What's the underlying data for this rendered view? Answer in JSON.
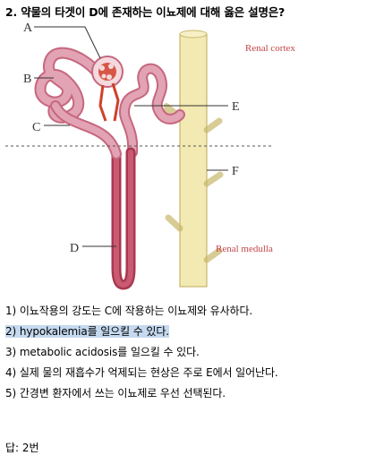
{
  "question": {
    "title": "2. 약물의 타겟이 D에 존재하는 이뇨제에 대해 옳은 설명은?"
  },
  "figure": {
    "labels": {
      "a": "A",
      "b": "B",
      "c": "C",
      "d": "D",
      "e": "E",
      "f": "F"
    },
    "region_cortex": "Renal cortex",
    "region_medulla": "Renal medulla"
  },
  "options": [
    {
      "text": "1) 이뇨작용의 강도는 C에 작용하는 이뇨제와 유사하다.",
      "highlighted": false
    },
    {
      "text": "2) hypokalemia를 일으킬 수 있다.",
      "highlighted": true
    },
    {
      "text": "3) metabolic acidosis를 일으킬 수 있다.",
      "highlighted": false
    },
    {
      "text": "4) 실제 물의 재흡수가 억제되는 현상은 주로 E에서 일어난다.",
      "highlighted": false
    },
    {
      "text": "5) 간경변 환자에서 쓰는 이뇨제로 우선 선택된다.",
      "highlighted": false
    }
  ],
  "answer": {
    "text": "답: 2번"
  },
  "colors": {
    "highlight": "#c5d9ef",
    "tubule": "#d98aa0",
    "loop": "#b5485e",
    "duct": "#f3e9b3",
    "vessel": "#d0402a"
  }
}
